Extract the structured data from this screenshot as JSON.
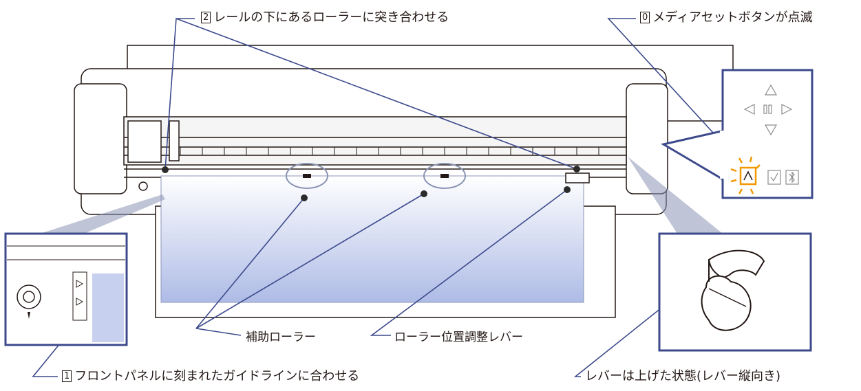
{
  "labels": {
    "step2": {
      "num": "2",
      "text": "レールの下にあるローラーに突き合わせる"
    },
    "step0": {
      "num": "0",
      "text": "メディアセットボタンが点滅"
    },
    "aux_roller": "補助ローラー",
    "roller_lever": "ローラー位置調整レバー",
    "step1": {
      "num": "1",
      "text": "フロントパネルに刻まれたガイドラインに合わせる"
    },
    "lever_up": "レバーは上げた状態(レバー縦向き)"
  },
  "panel_icons": [
    "up-arrow-icon",
    "left-arrow-icon",
    "pause-icon",
    "right-arrow-icon",
    "down-arrow-icon",
    "load-media-icon",
    "check-icon",
    "bluetooth-icon"
  ],
  "colors": {
    "leader_line": "#3c4a8c",
    "callout_fill": "#ffffff",
    "media_top": "#ffffff",
    "media_bottom": "#b3bfe8",
    "machine_line": "#231815",
    "blink_orange": "#f39800",
    "dot": "#2b2b2b"
  }
}
